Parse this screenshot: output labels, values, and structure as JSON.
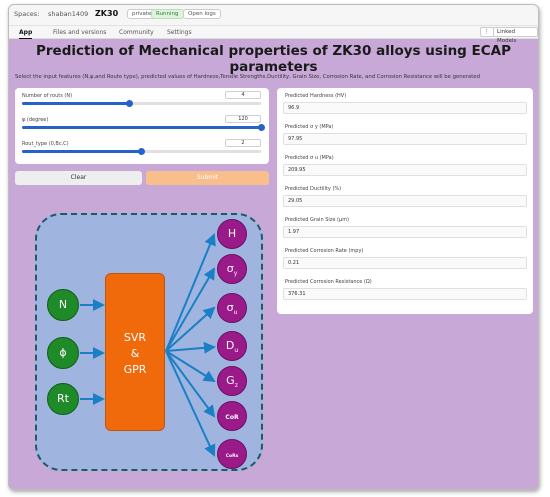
{
  "header": {
    "spaces_label": "Spaces:",
    "owner": "shaban1409",
    "repo": "ZK30",
    "badges": [
      "private",
      "Running",
      "Open logs"
    ],
    "linked_models": "Linked Models"
  },
  "tabs": [
    {
      "label": "App"
    },
    {
      "label": "Files and versions"
    },
    {
      "label": "Community"
    },
    {
      "label": "Settings"
    }
  ],
  "main": {
    "title": "Prediction of Mechanical properties of ZK30 alloys using ECAP parameters",
    "description": "Select the input features (N,φ,and Route type), predicted values of Hardness,Tensile Strengths,Ductility, Grain Size, Corrosion Rate, and Corrosion Resistance will be generated"
  },
  "inputs": [
    {
      "label": "Number of routs (N)",
      "value": "4",
      "fraction": 0.45
    },
    {
      "label": "φ (degree)",
      "value": "120",
      "fraction": 1.0
    },
    {
      "label": "Rout_type (0,Bc,C)",
      "value": "2",
      "fraction": 0.5
    }
  ],
  "buttons": {
    "clear": "Clear",
    "submit": "Submit"
  },
  "outputs": [
    {
      "label": "Predicted Hardness (HV)",
      "value": "96.9"
    },
    {
      "label": "Predicted σ y (MPa)",
      "value": "97.95"
    },
    {
      "label": "Predicted σ u (MPa)",
      "value": "209.95"
    },
    {
      "label": "Predicted Ductility (%)",
      "value": "29.05"
    },
    {
      "label": "Predicted Grain Size (μm)",
      "value": "1.97"
    },
    {
      "label": "Predicted Corrosion Rate (mpy)",
      "value": "0.21"
    },
    {
      "label": "Predicted Corrosion Resistance (Ω)",
      "value": "376.31"
    }
  ],
  "diagram": {
    "inputs": [
      "N",
      "ϕ",
      "Rt"
    ],
    "model": [
      "SVR",
      "&",
      "GPR"
    ],
    "outputs": [
      {
        "main": "H",
        "sub": ""
      },
      {
        "main": "σ",
        "sub": "y"
      },
      {
        "main": "σ",
        "sub": "u"
      },
      {
        "main": "D",
        "sub": "u"
      },
      {
        "main": "G",
        "sub": "z"
      },
      {
        "main": "CoR",
        "sub": ""
      },
      {
        "main": "CoRs",
        "sub": ""
      }
    ]
  },
  "colors": {
    "page_bg": "#c8a8d6",
    "slider": "#2563c9",
    "submit": "#f8be8c",
    "input_node": "#1e8a28",
    "output_node": "#9a1a8a",
    "model_box": "#f06a0c",
    "arrow": "#1a7fc4"
  }
}
